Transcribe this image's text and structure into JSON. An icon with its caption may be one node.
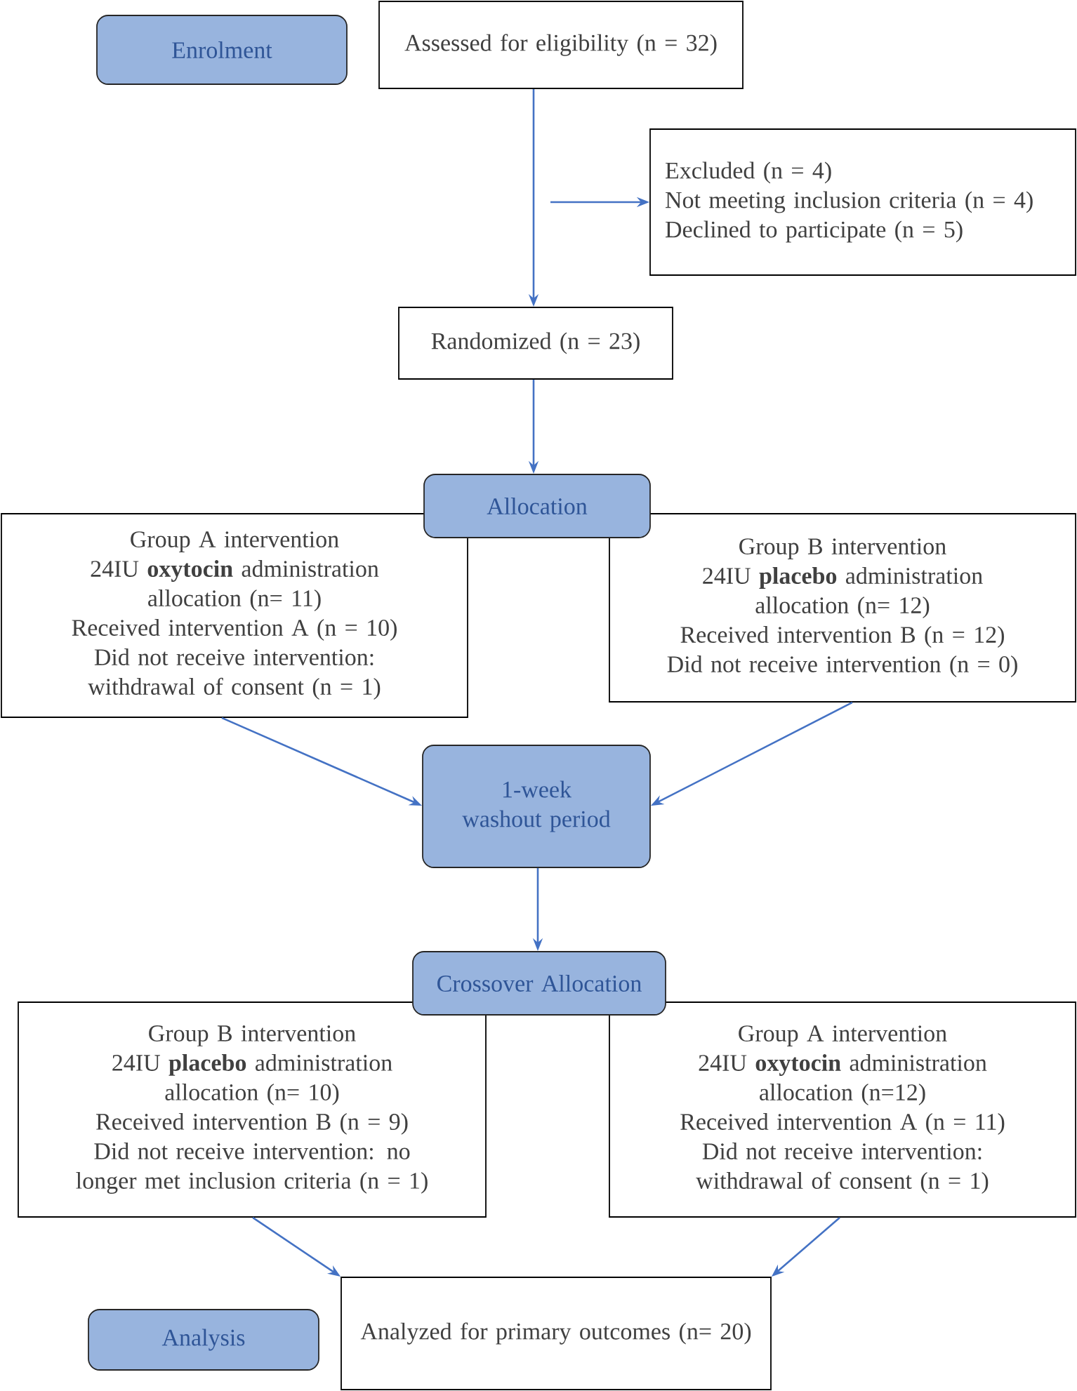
{
  "diagram": {
    "nodes": [
      {
        "text": [
          "Enrolment"
        ]
      },
      {
        "text": [
          "Assessed for eligibility (n = 32)"
        ]
      },
      {
        "text": [
          "Excluded (n = 4)",
          "Not meeting inclusion criteria (n = 4)",
          "Declined to participate (n = 5)"
        ]
      },
      {
        "text": [
          "Randomized (n = 23)"
        ]
      },
      {
        "text": [
          "Allocation"
        ]
      },
      {
        "text": [
          "Group A intervention",
          "24IU **oxytocin** administration allocation (n= 11)",
          "Received intervention A (n = 10)",
          "Did not receive intervention: withdrawal of consent (n = 1)"
        ]
      },
      {
        "text": [
          "Group B intervention",
          "24IU **placebo** administration allocation (n= 12)",
          "Received intervention B (n = 12)",
          "Did not receive intervention (n = 0)"
        ]
      },
      {
        "text": [
          "1-week washout period"
        ]
      },
      {
        "text": [
          "Crossover Allocation"
        ]
      },
      {
        "text": [
          "Group B intervention",
          "24IU **placebo** administration allocation (n= 10)",
          "Received intervention B (n = 9)",
          "Did not receive intervention: no longer met inclusion criteria (n = 1)"
        ]
      },
      {
        "text": [
          "Group A intervention",
          "24IU **oxytocin** administration allocation (n=12)",
          "Received intervention A (n = 11)",
          "Did not receive intervention: withdrawal of consent (n = 1)"
        ]
      },
      {
        "text": [
          "Analysis"
        ]
      },
      {
        "text": [
          "Analyzed for primary outcomes (n= 20)"
        ]
      }
    ],
    "edges": [
      {
        "from": 1,
        "to": 3,
        "arrow": "to"
      },
      {
        "from": null,
        "to": 2,
        "arrow": "to"
      },
      {
        "from": 3,
        "to": 4,
        "arrow": "to"
      },
      {
        "from": 5,
        "to": 7,
        "arrow": "to"
      },
      {
        "from": 6,
        "to": 7,
        "arrow": "to"
      },
      {
        "from": 7,
        "to": 8,
        "arrow": "to"
      },
      {
        "from": 9,
        "to": 12,
        "arrow": "to"
      },
      {
        "from": 10,
        "to": 12,
        "arrow": "to"
      }
    ]
  }
}
